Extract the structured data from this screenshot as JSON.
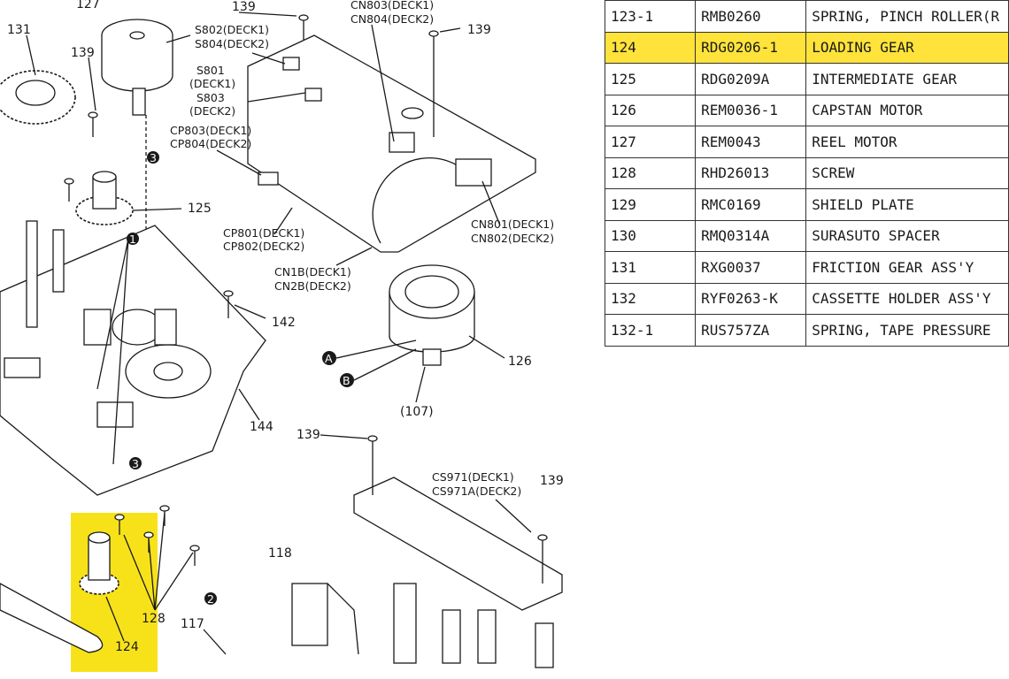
{
  "diagram": {
    "labels": {
      "l127": "127",
      "l131": "131",
      "l139a": "139",
      "l139b": "139",
      "l139c": "139",
      "l139d": "139",
      "l139e": "139",
      "s802": "S802(DECK1)",
      "s804": "S804(DECK2)",
      "s801": "S801",
      "s801d": "(DECK1)",
      "s803": "S803",
      "s803d": "(DECK2)",
      "cp803": "CP803(DECK1)",
      "cp804": "CP804(DECK2)",
      "cn803": "CN803(DECK1)",
      "cn804": "CN804(DECK2)",
      "l125": "125",
      "cp801": "CP801(DECK1)",
      "cp802": "CP802(DECK2)",
      "cn1b": "CN1B(DECK1)",
      "cn2b": "CN2B(DECK2)",
      "cn801": "CN801(DECK1)",
      "cn802": "CN802(DECK2)",
      "l142": "142",
      "l126": "126",
      "l107": "(107)",
      "l144": "144",
      "cs971": "CS971(DECK1)",
      "cs971a": "CS971A(DECK2)",
      "l118": "118",
      "l128": "128",
      "l117": "117",
      "l124": "124",
      "m1": "1",
      "m2": "2",
      "m3a": "3",
      "m3b": "3",
      "mA": "A",
      "mB": "B"
    },
    "highlight_color": "#f7e21a"
  },
  "parts_table": {
    "highlight_color": "#ffe33a",
    "rows": [
      {
        "ref": "123-1",
        "part_no": "RMB0260",
        "desc": "SPRING, PINCH ROLLER(R",
        "highlighted": false
      },
      {
        "ref": "124",
        "part_no": "RDG0206-1",
        "desc": "LOADING GEAR",
        "highlighted": true
      },
      {
        "ref": "125",
        "part_no": "RDG0209A",
        "desc": "INTERMEDIATE GEAR",
        "highlighted": false
      },
      {
        "ref": "126",
        "part_no": "REM0036-1",
        "desc": "CAPSTAN MOTOR",
        "highlighted": false
      },
      {
        "ref": "127",
        "part_no": "REM0043",
        "desc": "REEL MOTOR",
        "highlighted": false
      },
      {
        "ref": "128",
        "part_no": "RHD26013",
        "desc": "SCREW",
        "highlighted": false
      },
      {
        "ref": "129",
        "part_no": "RMC0169",
        "desc": "SHIELD PLATE",
        "highlighted": false
      },
      {
        "ref": "130",
        "part_no": "RMQ0314A",
        "desc": "SURASUTO SPACER",
        "highlighted": false
      },
      {
        "ref": "131",
        "part_no": "RXG0037",
        "desc": "FRICTION GEAR ASS'Y",
        "highlighted": false
      },
      {
        "ref": "132",
        "part_no": "RYF0263-K",
        "desc": "CASSETTE HOLDER ASS'Y",
        "highlighted": false
      },
      {
        "ref": "132-1",
        "part_no": "RUS757ZA",
        "desc": "SPRING, TAPE PRESSURE",
        "highlighted": false
      }
    ]
  }
}
